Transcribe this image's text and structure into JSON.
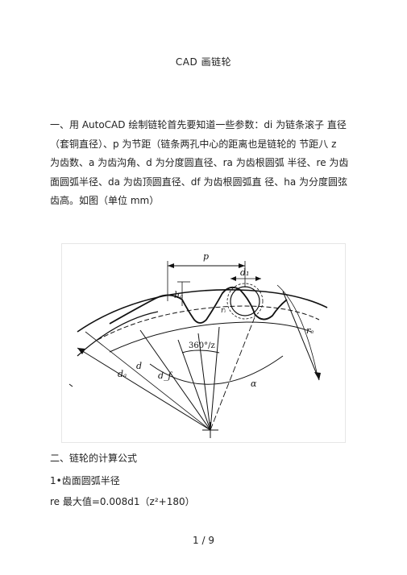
{
  "doc": {
    "title": "CAD 画链轮",
    "intro_lines": [
      "一、用 AutoCAD 绘制链轮首先要知道一些参数：di 为链条滚子  直径",
      "（套铜直径）、p 为节距（链条两孔中心的距离也是链轮的  节距八 z",
      "为齿数、a 为齿沟角、d 为分度圆直径、ra 为齿根圆弧  半径、re 为齿",
      "面圆弧半径、da 为齿顶圆直径、df 为齿根圆弧直  径、ha 为分度圆弦",
      "齿高。如图（单位  mm）"
    ],
    "section2": "二、链轮的计算公式",
    "section2_item1": "1•齿面圆弧半径",
    "formula1": "re 最大值=0.008d1（z²+180）",
    "page_number": "1 / 9"
  },
  "figure": {
    "labels": {
      "p": "p",
      "d1": "d₁",
      "ha": "hₐ",
      "ri": "rᵢ",
      "re": "rₑ",
      "angle": "360°/z",
      "da": "dₐ",
      "d": "d",
      "df": "d_f",
      "alpha": "α"
    }
  }
}
